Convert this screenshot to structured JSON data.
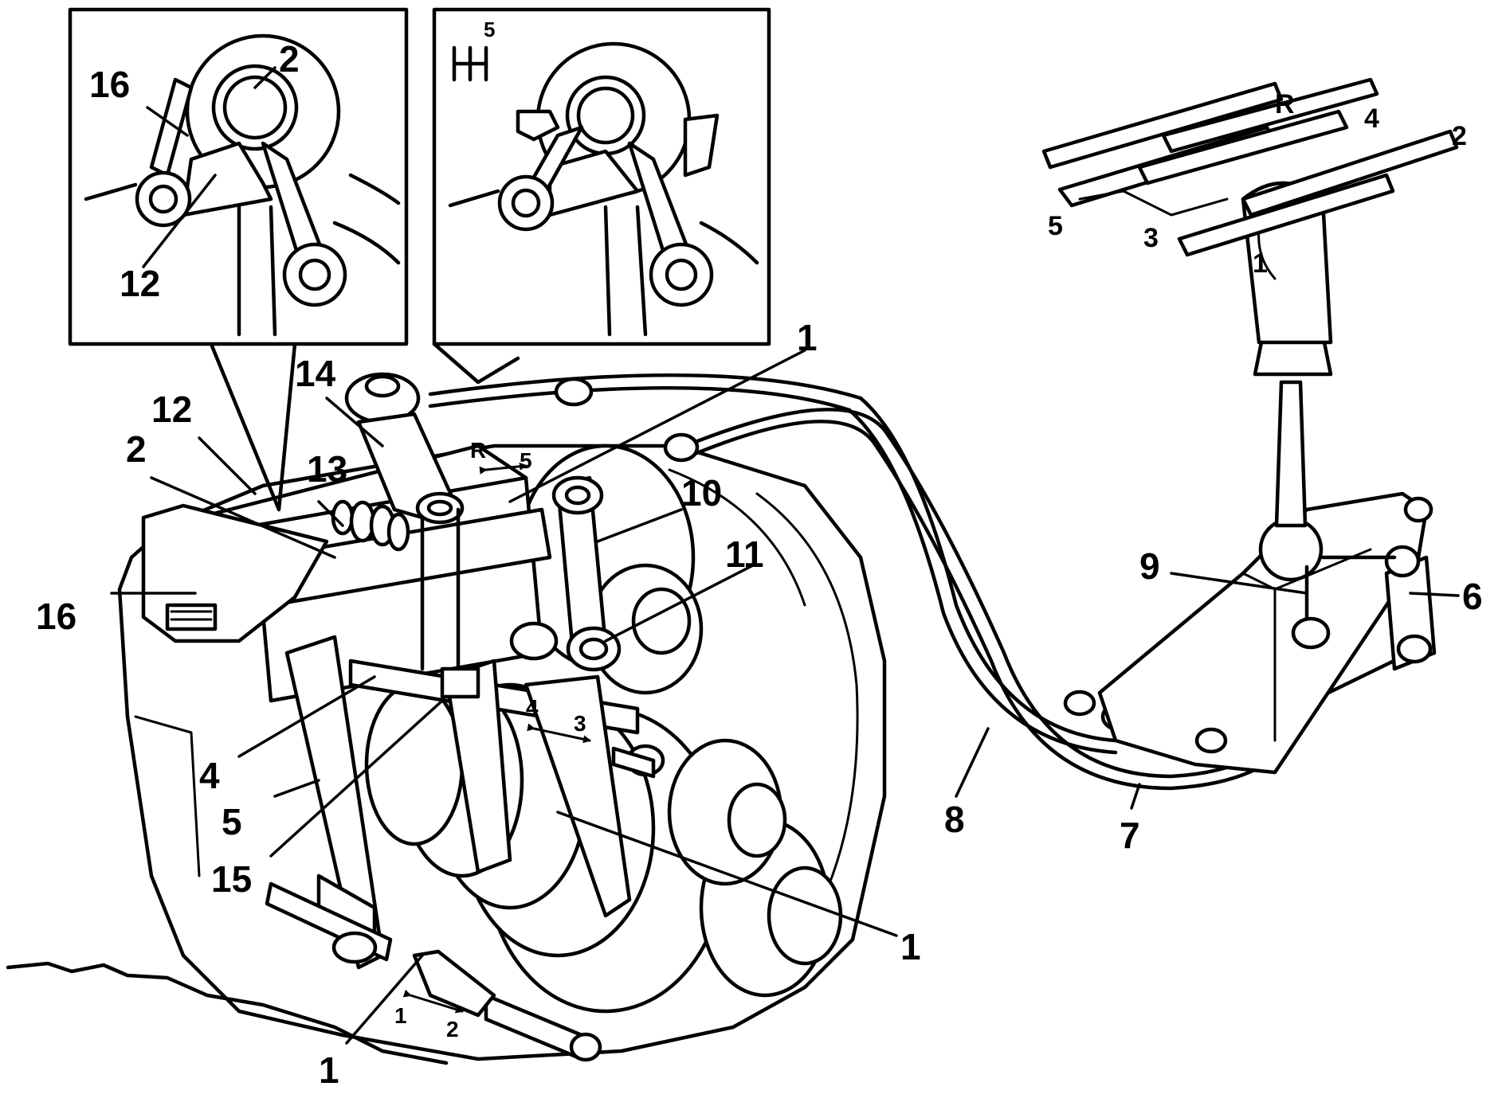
{
  "callouts": {
    "inset1_16": "16",
    "inset1_2": "2",
    "inset1_12": "12",
    "inset2_gate": "5",
    "pattern_R": "R",
    "pattern_4": "4",
    "pattern_2": "2",
    "pattern_5": "5",
    "pattern_3": "3",
    "pattern_1": "1",
    "c1_top": "1",
    "c14": "14",
    "c12": "12",
    "c2": "2",
    "c13": "13",
    "c10": "10",
    "c11": "11",
    "c16": "16",
    "c9": "9",
    "c6": "6",
    "c4": "4",
    "c5": "5",
    "c15": "15",
    "c8": "8",
    "c7": "7",
    "c1_right": "1",
    "c1_bottom": "1"
  },
  "arrows": {
    "r5_left": "R",
    "r5_right": "5",
    "a43_left": "4",
    "a43_right": "3",
    "a12_left": "1",
    "a12_right": "2"
  }
}
